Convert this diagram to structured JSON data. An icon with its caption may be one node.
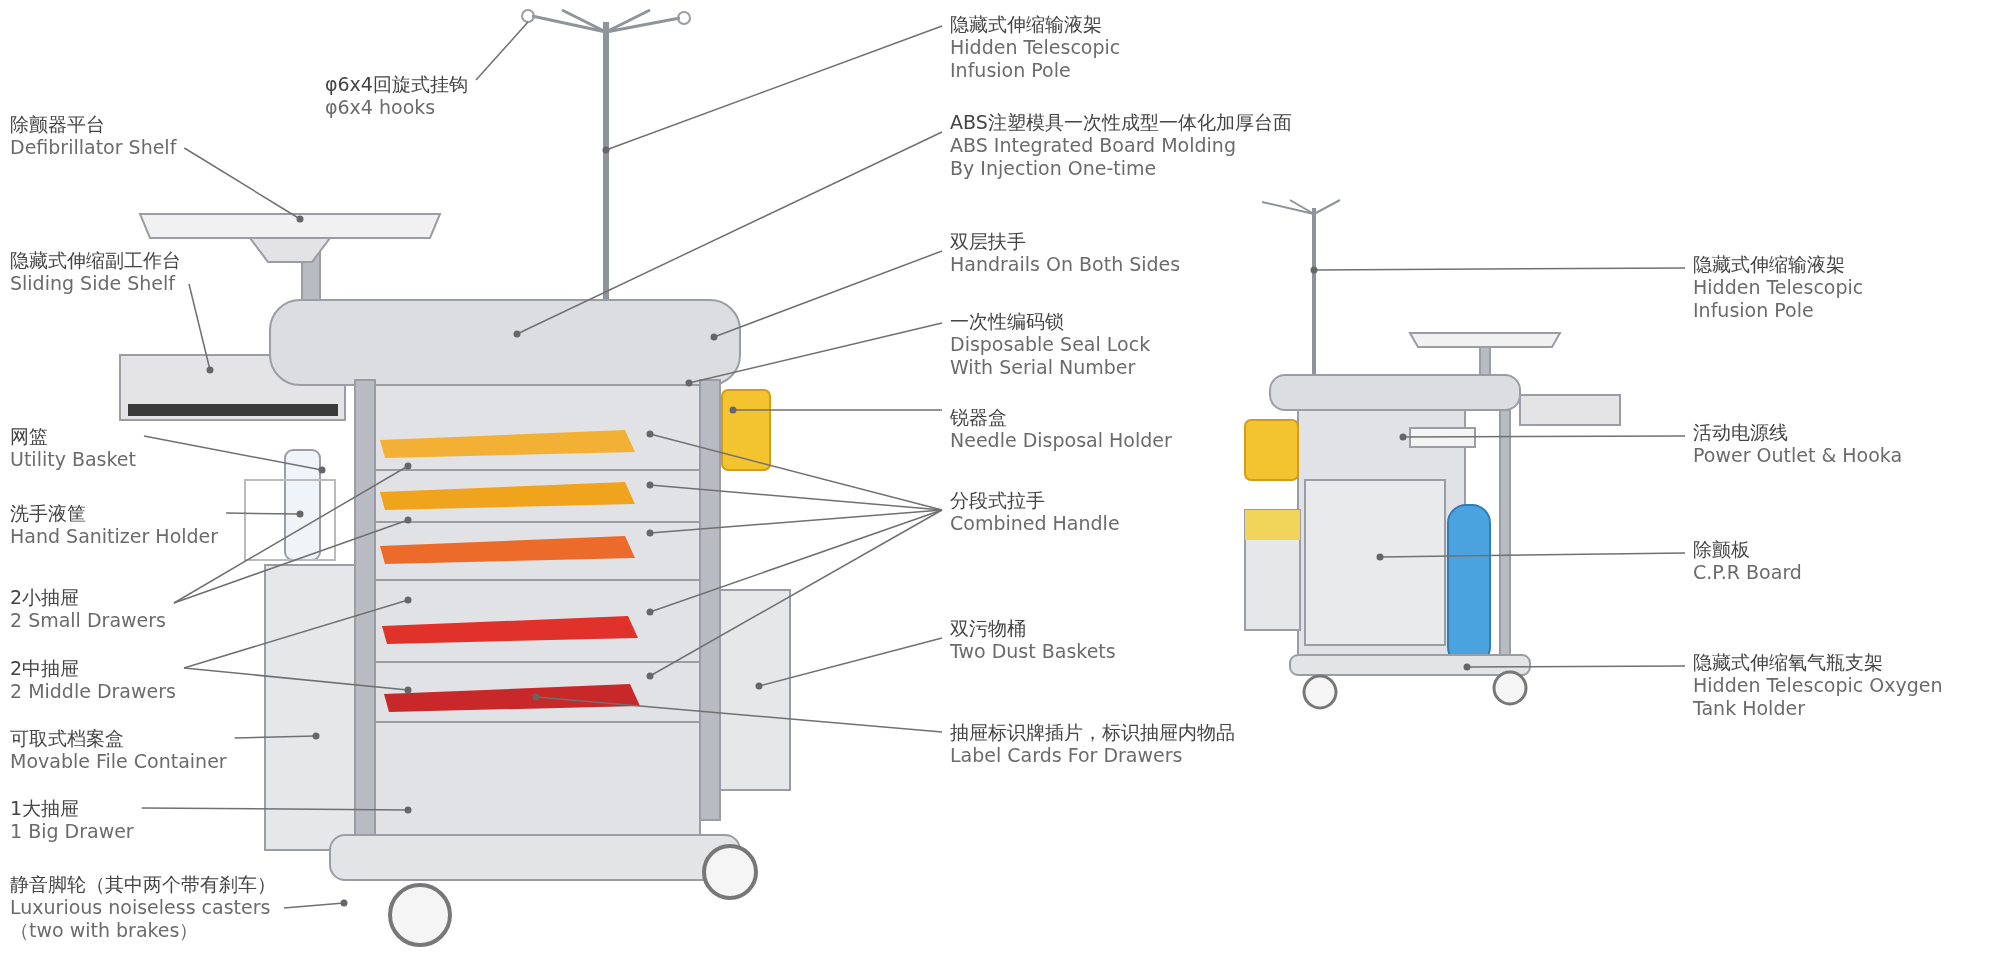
{
  "diagram": {
    "nodes": [
      {
        "text": [
          "φ6x4回旋式挂钩",
          "φ6x4 hooks"
        ]
      },
      {
        "text": [
          "除颤器平台",
          "Defibrillator Shelf"
        ]
      },
      {
        "text": [
          "隐藏式伸缩副工作台",
          "Sliding Side Shelf"
        ]
      },
      {
        "text": [
          "网篮",
          "Utility Basket"
        ]
      },
      {
        "text": [
          "洗手液筐",
          "Hand Sanitizer Holder"
        ]
      },
      {
        "text": [
          "2小抽屉",
          "2 Small Drawers"
        ]
      },
      {
        "text": [
          "2中抽屉",
          "2 Middle Drawers"
        ]
      },
      {
        "text": [
          "可取式档案盒",
          "Movable File Container"
        ]
      },
      {
        "text": [
          "1大抽屉",
          "1 Big Drawer"
        ]
      },
      {
        "text": [
          "静音脚轮（其中两个带有刹车）",
          "Luxurious noiseless casters （two with brakes）"
        ]
      },
      {
        "text": [
          "隐藏式伸缩输液架",
          "Hidden Telescopic Infusion Pole"
        ]
      },
      {
        "text": [
          "ABS注塑模具一次性成型一体化加厚台面",
          "ABS Integrated Board Molding By Injection One-time"
        ]
      },
      {
        "text": [
          "双层扶手",
          "Handrails On Both Sides"
        ]
      },
      {
        "text": [
          "一次性编码锁",
          "Disposable Seal Lock With Serial Number"
        ]
      },
      {
        "text": [
          "锐器盒",
          "Needle Disposal Holder"
        ]
      },
      {
        "text": [
          "分段式拉手",
          "Combined Handle"
        ]
      },
      {
        "text": [
          "双污物桶",
          "Two Dust Baskets"
        ]
      },
      {
        "text": [
          "抽屉标识牌插片，标识抽屉内物品",
          "Label Cards For Drawers"
        ]
      },
      {
        "text": [
          "隐藏式伸缩输液架",
          "Hidden Telescopic Infusion Pole"
        ]
      },
      {
        "text": [
          "活动电源线",
          "Power Outlet & Hooka"
        ]
      },
      {
        "text": [
          "除颤板",
          "C.P.R Board"
        ]
      },
      {
        "text": [
          "隐藏式伸缩氧气瓶支架",
          "Hidden Telescopic Oxygen Tank Holder"
        ]
      }
    ],
    "edges": [
      {
        "from": 0,
        "to": null,
        "arrow": "none"
      },
      {
        "from": 1,
        "to": null,
        "arrow": "other"
      },
      {
        "from": 2,
        "to": null,
        "arrow": "other"
      },
      {
        "from": 3,
        "to": null,
        "arrow": "other"
      },
      {
        "from": 4,
        "to": null,
        "arrow": "other"
      },
      {
        "from": 5,
        "to": null,
        "arrow": "other"
      },
      {
        "from": 5,
        "to": null,
        "arrow": "other"
      },
      {
        "from": 6,
        "to": null,
        "arrow": "other"
      },
      {
        "from": 6,
        "to": null,
        "arrow": "other"
      },
      {
        "from": 7,
        "to": null,
        "arrow": "other"
      },
      {
        "from": 8,
        "to": null,
        "arrow": "other"
      },
      {
        "from": 9,
        "to": null,
        "arrow": "other"
      },
      {
        "from": 10,
        "to": null,
        "arrow": "other"
      },
      {
        "from": 11,
        "to": null,
        "arrow": "other"
      },
      {
        "from": 12,
        "to": null,
        "arrow": "other"
      },
      {
        "from": 13,
        "to": null,
        "arrow": "other"
      },
      {
        "from": 14,
        "to": null,
        "arrow": "other"
      },
      {
        "from": 15,
        "to": null,
        "arrow": "other"
      },
      {
        "from": 15,
        "to": null,
        "arrow": "other"
      },
      {
        "from": 15,
        "to": null,
        "arrow": "other"
      },
      {
        "from": 15,
        "to": null,
        "arrow": "other"
      },
      {
        "from": 15,
        "to": null,
        "arrow": "other"
      },
      {
        "from": 16,
        "to": null,
        "arrow": "other"
      },
      {
        "from": 17,
        "to": null,
        "arrow": "other"
      },
      {
        "from": 18,
        "to": null,
        "arrow": "other"
      },
      {
        "from": 19,
        "to": null,
        "arrow": "other"
      },
      {
        "from": 20,
        "to": null,
        "arrow": "other"
      },
      {
        "from": 21,
        "to": null,
        "arrow": "other"
      }
    ]
  }
}
